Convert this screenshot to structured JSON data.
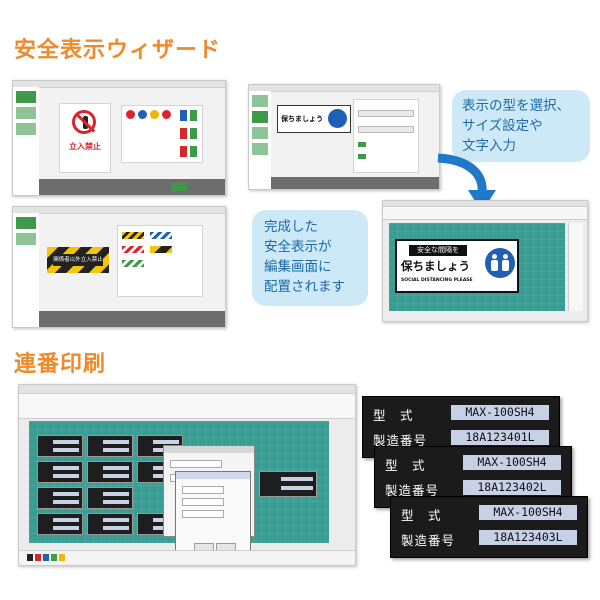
{
  "sections": {
    "wizard_title": "安全表示ウィザード",
    "serial_title": "連番印刷"
  },
  "callouts": {
    "type_select_lines": [
      "表示の型を選択、",
      "サイズ設定や",
      "文字入力"
    ],
    "placed_lines": [
      "完成した",
      "安全表示が",
      "編集画面に",
      "配置されます"
    ]
  },
  "signs": {
    "no_entry": "立入禁止",
    "caution_banner": "関係者以外立入禁止",
    "distance_small": "保ちましょう",
    "distance_heading": "安全な間隔を",
    "distance_main": "保ちましょう",
    "distance_english": "SOCIAL DISTANCING PLEASE"
  },
  "plates": [
    {
      "type_label": "型　式",
      "type_value": "MAX-100SH4",
      "serial_label": "製造番号",
      "serial_value": "18A123401L"
    },
    {
      "type_label": "型　式",
      "type_value": "MAX-100SH4",
      "serial_label": "製造番号",
      "serial_value": "18A123402L"
    },
    {
      "type_label": "型　式",
      "type_value": "MAX-100SH4",
      "serial_label": "製造番号",
      "serial_value": "18A123403L"
    }
  ],
  "colors": {
    "heading": "#ee8a2a",
    "callout_bg": "#cde9f7",
    "callout_text": "#1c6aa8",
    "wizard_step": "#3d9a48",
    "canvas_teal": "#3a9c92",
    "arrow_blue": "#1f78c8"
  },
  "icons": [
    "no-entry-person-icon",
    "social-distance-icon",
    "curved-arrow-icon"
  ]
}
